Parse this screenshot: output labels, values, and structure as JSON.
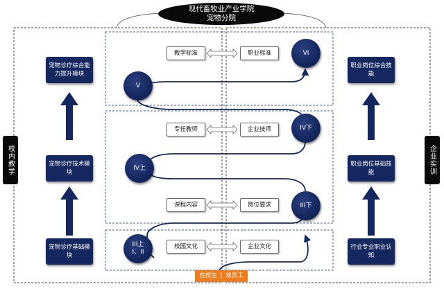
{
  "title": {
    "line1": "现代畜牧业产业学院",
    "line2": "宠物分院"
  },
  "left_tab": "校内教学",
  "right_tab": "企业实训",
  "left_modules": [
    "宠物诊疗综合能力提升模块",
    "宠物诊疗技术模块",
    "宠物诊疗基础模块"
  ],
  "right_modules": [
    "职业岗位综合技能",
    "职业岗位基础技能",
    "行业专业职业认知"
  ],
  "pairs": [
    {
      "left": "教学标准",
      "right": "职业标准"
    },
    {
      "left": "专任教师",
      "right": "企业技师"
    },
    {
      "left": "课程内容",
      "right": "岗位要求"
    },
    {
      "left": "校园文化",
      "right": "企业文化"
    }
  ],
  "stages": {
    "vi": "VI",
    "v": "V",
    "iv_down": "IV下",
    "iv_up": "IV上",
    "iii_down": "III下",
    "iii_up_i_ii": "III上\nI、II"
  },
  "bottom": {
    "left": "在校生",
    "separator": "|",
    "right": "准员工"
  },
  "colors": {
    "navy": "#14275e",
    "orange": "#f07c1e",
    "black": "#0a0a0a"
  }
}
